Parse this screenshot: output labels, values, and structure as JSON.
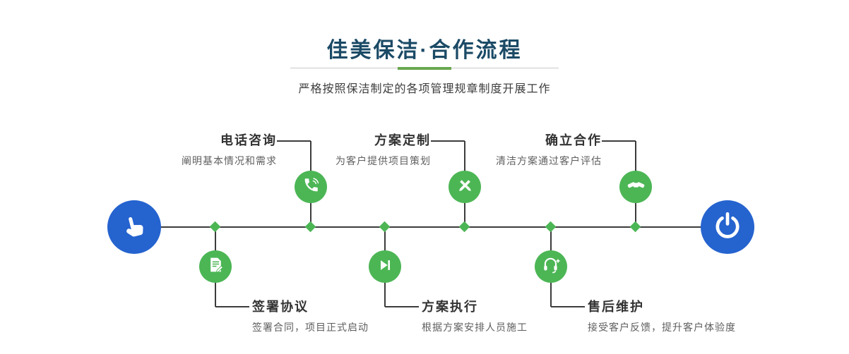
{
  "colors": {
    "green": "#4cb655",
    "blue": "#2563cf",
    "title": "#1b4a66",
    "line": "#3c3c3c",
    "divider-green": "#6aa84f"
  },
  "header": {
    "title": "佳美保洁·合作流程",
    "subtitle": "严格按照保洁制定的各项管理规章制度开展工作"
  },
  "timeline": {
    "start_icon": "hand-pointer-icon",
    "end_icon": "power-icon",
    "steps": [
      {
        "label": "电话咨询",
        "desc": "阐明基本情况和需求",
        "icon": "phone-icon",
        "position": "top"
      },
      {
        "label": "方案定制",
        "desc": "为客户提供项目策划",
        "icon": "design-pens-icon",
        "position": "top"
      },
      {
        "label": "确立合作",
        "desc": "清洁方案通过客户评估",
        "icon": "handshake-icon",
        "position": "top"
      },
      {
        "label": "签署协议",
        "desc": "签署合同，项目正式启动",
        "icon": "contract-icon",
        "position": "bottom"
      },
      {
        "label": "方案执行",
        "desc": "根据方案安排人员施工",
        "icon": "play-icon",
        "position": "bottom"
      },
      {
        "label": "售后维护",
        "desc": "接受客户反馈，提升客户体验度",
        "icon": "headset-icon",
        "position": "bottom"
      }
    ]
  }
}
